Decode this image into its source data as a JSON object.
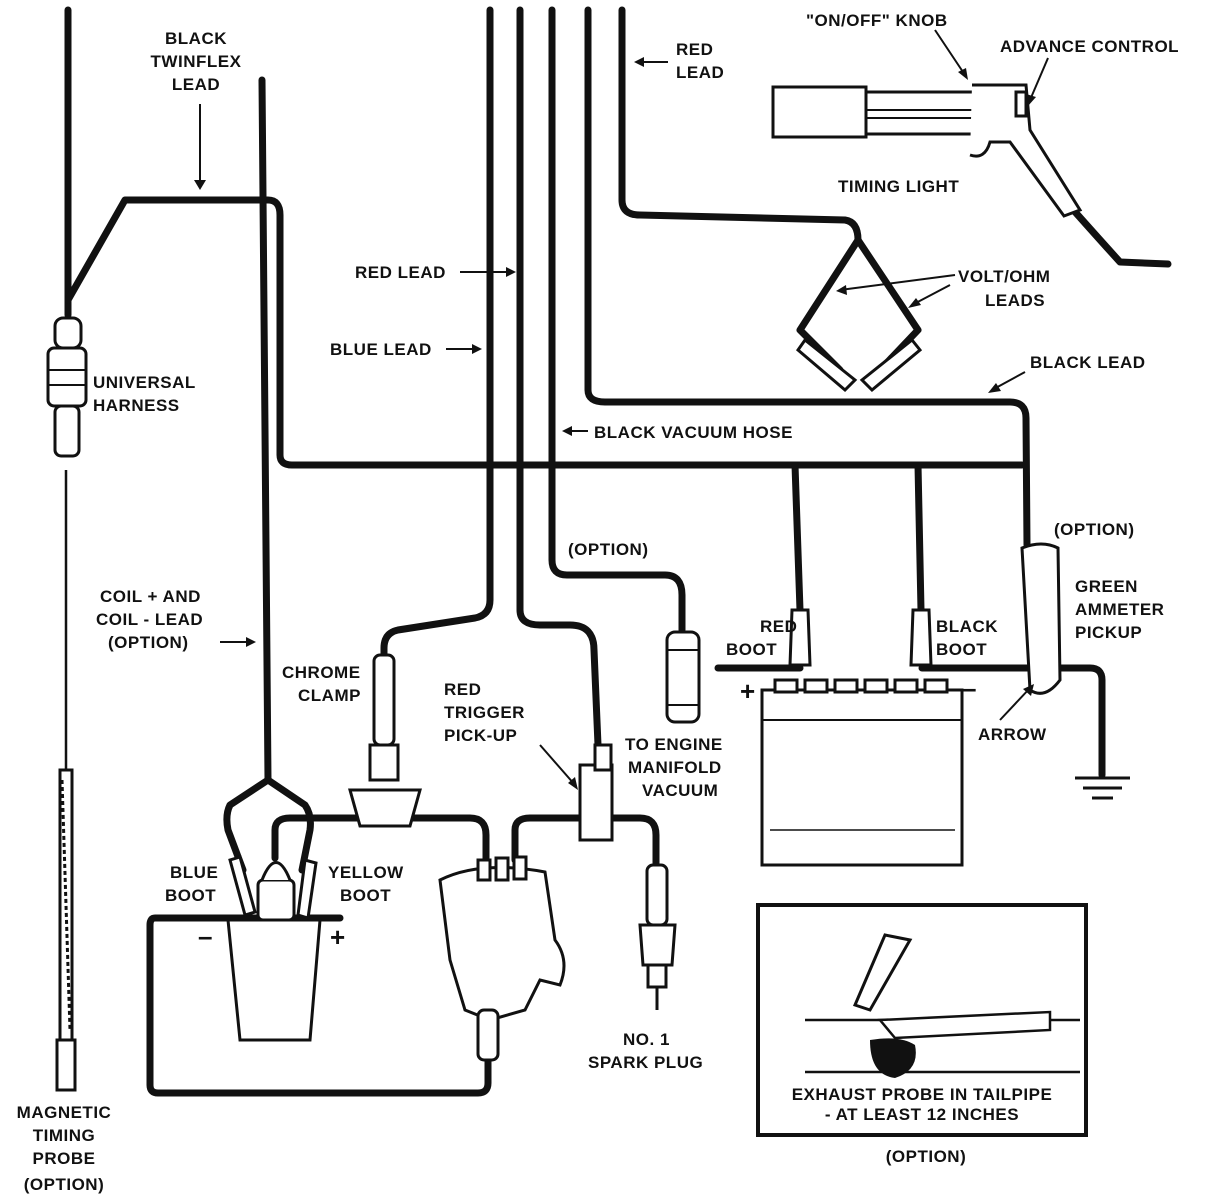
{
  "labels": {
    "black_twinflex_1": "BLACK",
    "black_twinflex_2": "TWINFLEX",
    "black_twinflex_3": "LEAD",
    "red_lead_top_1": "RED",
    "red_lead_top_2": "LEAD",
    "on_off_knob": "\"ON/OFF\" KNOB",
    "advance_control": "ADVANCE CONTROL",
    "timing_light": "TIMING LIGHT",
    "volt_ohm_1": "VOLT/OHM",
    "volt_ohm_2": "LEADS",
    "red_lead_mid": "RED LEAD",
    "blue_lead": "BLUE LEAD",
    "black_vacuum_hose": "BLACK VACUUM HOSE",
    "black_lead": "BLACK LEAD",
    "universal_harness_1": "UNIVERSAL",
    "universal_harness_2": "HARNESS",
    "option_vacuum": "(OPTION)",
    "option_ammeter": "(OPTION)",
    "green_ammeter_1": "GREEN",
    "green_ammeter_2": "AMMETER",
    "green_ammeter_3": "PICKUP",
    "coil_lead_1": "COIL + AND",
    "coil_lead_2": "COIL - LEAD",
    "coil_lead_3": "(OPTION)",
    "red_boot_1": "RED",
    "red_boot_2": "BOOT",
    "black_boot_1": "BLACK",
    "black_boot_2": "BOOT",
    "battery_plus": "+",
    "battery_minus": "–",
    "arrow_label": "ARROW",
    "chrome_clamp_1": "CHROME",
    "chrome_clamp_2": "CLAMP",
    "red_trigger_1": "RED",
    "red_trigger_2": "TRIGGER",
    "red_trigger_3": "PICK-UP",
    "engine_vacuum_1": "TO ENGINE",
    "engine_vacuum_2": "MANIFOLD",
    "engine_vacuum_3": "VACUUM",
    "blue_boot_1": "BLUE",
    "blue_boot_2": "BOOT",
    "yellow_boot_1": "YELLOW",
    "yellow_boot_2": "BOOT",
    "coil_minus": "–",
    "coil_plus": "+",
    "spark_plug_1": "NO. 1",
    "spark_plug_2": "SPARK PLUG",
    "exhaust_probe_1": "EXHAUST PROBE IN TAILPIPE",
    "exhaust_probe_2": "- AT LEAST 12 INCHES",
    "option_exhaust": "(OPTION)",
    "magnetic_probe_1": "MAGNETIC",
    "magnetic_probe_2": "TIMING",
    "magnetic_probe_3": "PROBE",
    "magnetic_probe_4": "(OPTION)"
  }
}
